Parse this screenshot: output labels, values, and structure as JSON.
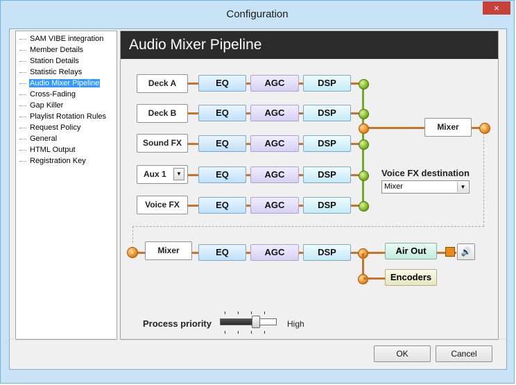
{
  "window": {
    "title": "Configuration",
    "close_label": "×"
  },
  "nav": {
    "items": [
      "SAM VIBE integration",
      "Member Details",
      "Station Details",
      "Statistic Relays",
      "Audio Mixer Pipeline",
      "Cross-Fading",
      "Gap Killer",
      "Playlist Rotation Rules",
      "Request Policy",
      "General",
      "HTML Output",
      "Registration Key"
    ],
    "selected": "Audio Mixer Pipeline"
  },
  "panel": {
    "title": "Audio Mixer Pipeline"
  },
  "pipeline": {
    "sources": [
      "Deck A",
      "Deck B",
      "Sound FX",
      "Aux 1",
      "Voice FX"
    ],
    "aux_dropdown_icon": "chevron-down-icon",
    "eq_label": "EQ",
    "agc_label": "AGC",
    "dsp_label": "DSP",
    "mixer_label": "Mixer",
    "voice_fx_destination_label": "Voice FX destination",
    "voice_fx_destination_value": "Mixer",
    "output_chain": {
      "mixer_label": "Mixer",
      "eq_label": "EQ",
      "agc_label": "AGC",
      "dsp_label": "DSP",
      "air_out_label": "Air Out",
      "encoders_label": "Encoders",
      "speaker_icon": "speaker-icon"
    }
  },
  "process_priority": {
    "label": "Process priority",
    "value_label": "High",
    "level": 0.64
  },
  "footer": {
    "ok_label": "OK",
    "cancel_label": "Cancel"
  },
  "colors": {
    "accent_orange": "#e88b1c",
    "node_green": "#7cb721",
    "header_dark": "#2b2b2b",
    "selection_blue": "#3399ff",
    "close_red": "#c7403a"
  }
}
